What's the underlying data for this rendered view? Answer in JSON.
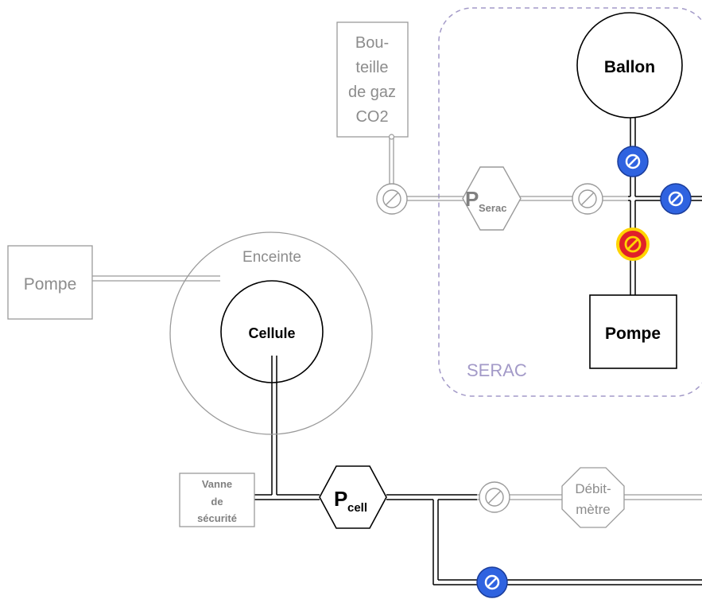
{
  "labels": {
    "gas_bottle": [
      "Bou-",
      "teille",
      "de gaz",
      "CO2"
    ],
    "p_serac_main": "P",
    "p_serac_sub": "Serac",
    "ballon": "Ballon",
    "pompe_serac": "Pompe",
    "serac_region": "SERAC",
    "pompe_left": "Pompe",
    "enceinte": "Enceinte",
    "cellule": "Cellule",
    "vanne_securite": [
      "Vanne",
      "de",
      "sécurité"
    ],
    "p_cell_main": "P",
    "p_cell_sub": "cell",
    "debitmetre": [
      "Débit-",
      "mètre"
    ]
  },
  "colors": {
    "grey_component": "#9a9a9a",
    "black_component": "#000000",
    "valve_open_blue": "#2f63e0",
    "valve_closed_fill": "#e0202a",
    "valve_closed_ring": "#ffd400",
    "serac_border": "#a39ac8",
    "serac_label": "#a39ac8"
  },
  "valves": [
    {
      "id": "valve-gas-line",
      "state": "inactive"
    },
    {
      "id": "valve-serac-left",
      "state": "inactive"
    },
    {
      "id": "valve-ballon",
      "state": "open"
    },
    {
      "id": "valve-serac-right",
      "state": "open"
    },
    {
      "id": "valve-serac-pump",
      "state": "closed"
    },
    {
      "id": "valve-debitmetre",
      "state": "inactive"
    },
    {
      "id": "valve-bottom-line",
      "state": "open"
    }
  ]
}
